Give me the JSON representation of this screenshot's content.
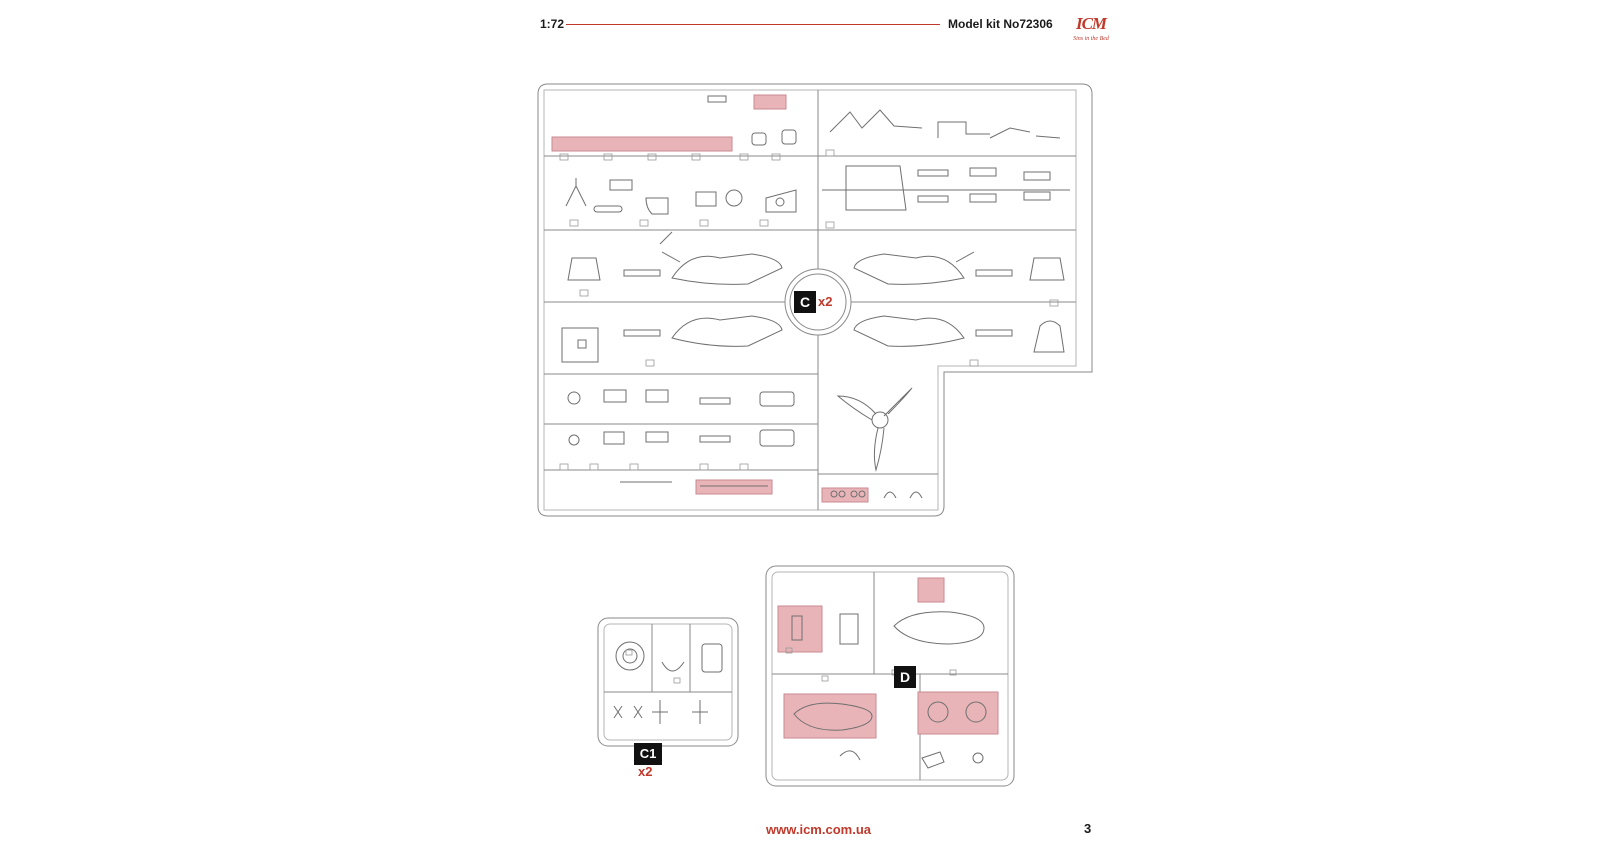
{
  "header": {
    "scale": "1:72",
    "kit_number": "Model kit No72306",
    "logo_text": "ICM",
    "logo_tagline": "Sins in the Bed"
  },
  "sprues": [
    {
      "id": "C",
      "multiplier": "x2"
    },
    {
      "id": "C1",
      "multiplier": "x2"
    },
    {
      "id": "D",
      "multiplier": ""
    }
  ],
  "footer": {
    "url": "www.icm.com.ua",
    "page": "3"
  },
  "colors": {
    "accent": "#c0392b",
    "highlight": "#e8b4b8",
    "outline": "#8a8a8a"
  }
}
